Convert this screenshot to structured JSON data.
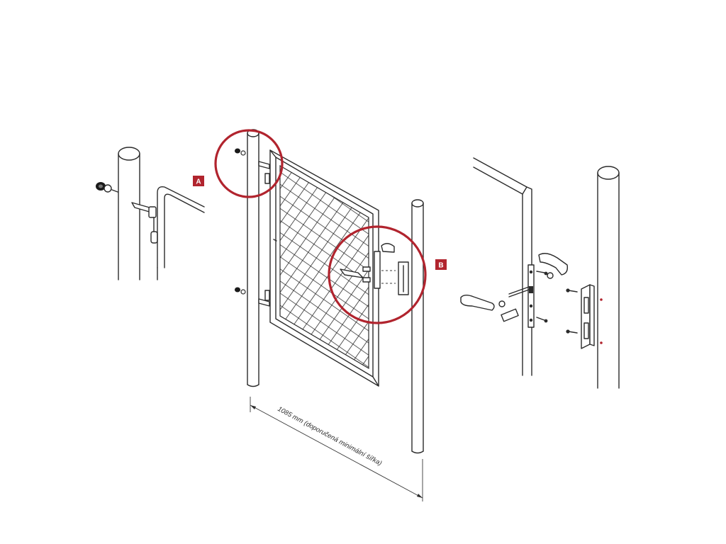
{
  "labels": {
    "callout_a": "A",
    "callout_b": "B",
    "dimension": "1085 mm (doporučená minimální šířka)"
  },
  "colors": {
    "accent": "#b1242e",
    "line": "#2b2b2b",
    "background": "#ffffff"
  },
  "icons": {
    "hinge": "hinge-icon",
    "lock": "lock-icon",
    "handle": "handle-icon"
  }
}
